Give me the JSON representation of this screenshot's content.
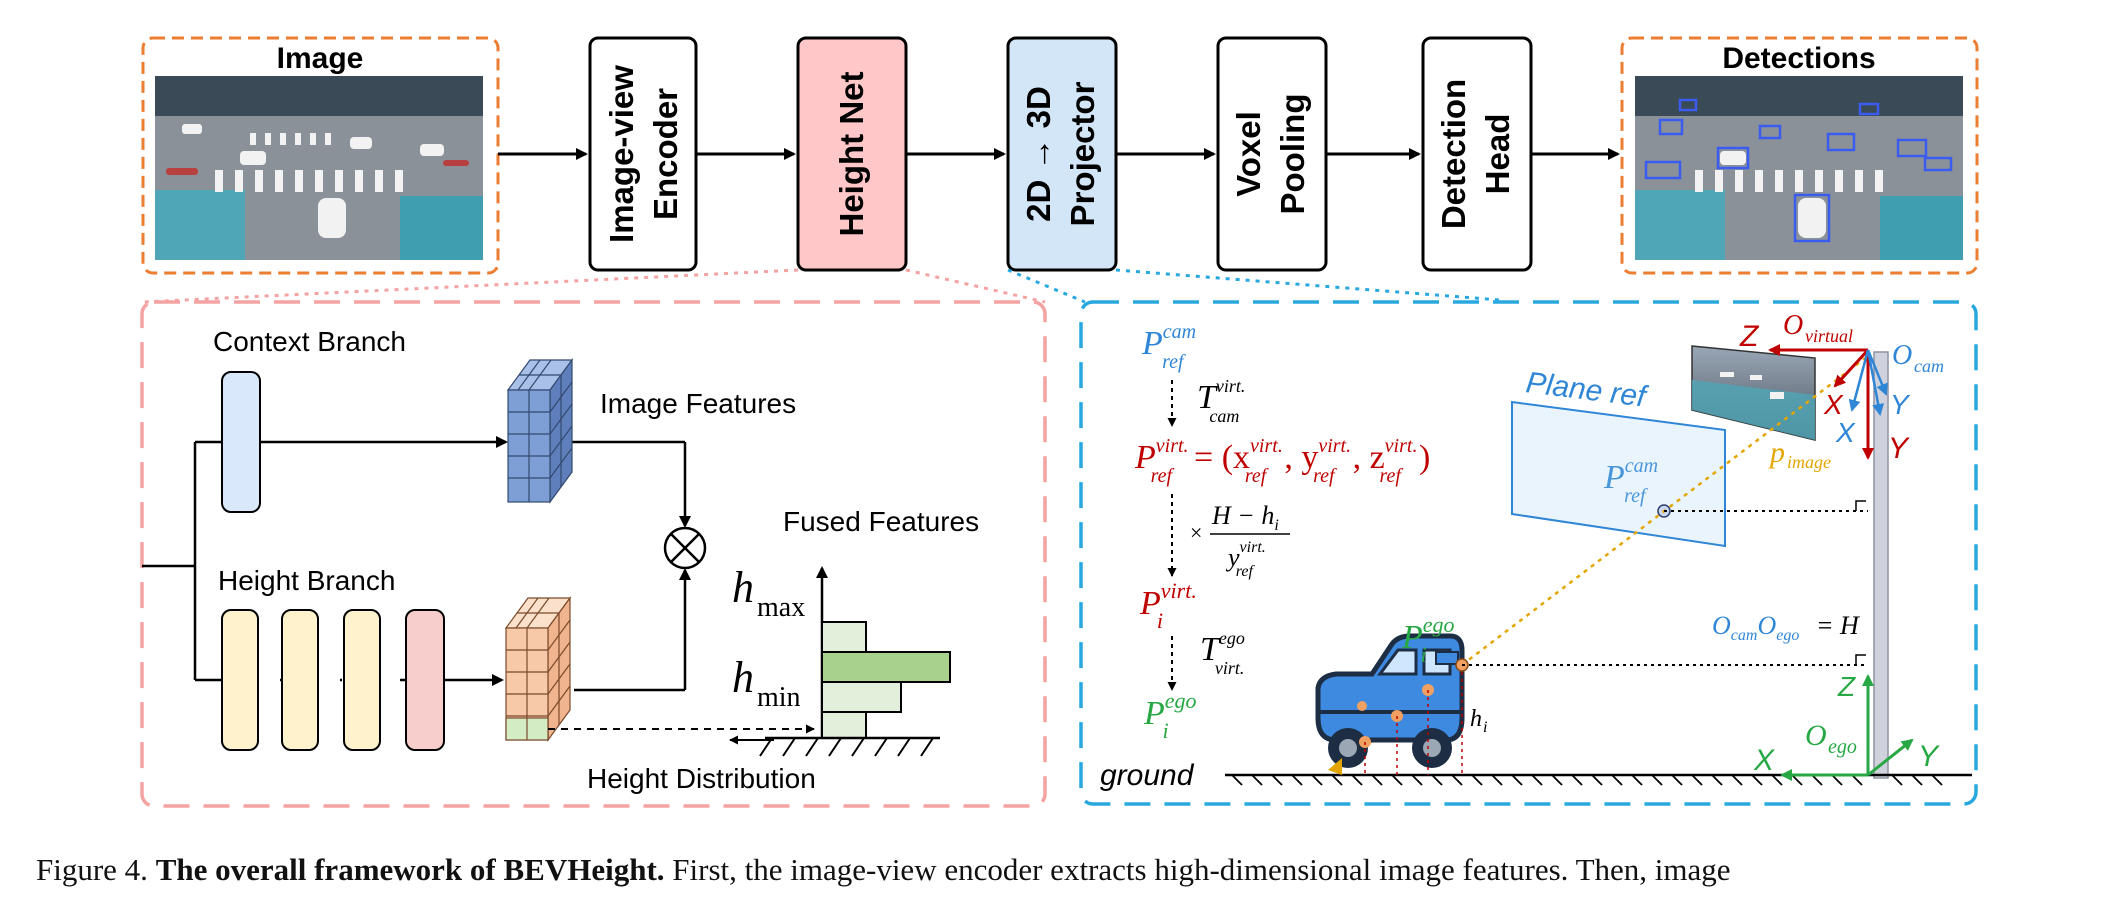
{
  "pipeline": {
    "image_label": "Image",
    "encoder_label": [
      "Image-view",
      "Encoder"
    ],
    "heightnet_label": "Height Net",
    "projector_label": [
      "2D → 3D",
      "Projector"
    ],
    "voxel_label": [
      "Voxel",
      "Pooling"
    ],
    "head_label": [
      "Detection",
      "Head"
    ],
    "detections_label": "Detections"
  },
  "heightnet_detail": {
    "context_branch": "Context Branch",
    "height_branch": "Height Branch",
    "image_features": "Image Features",
    "fused_features": "Fused Features",
    "h_max": "max",
    "h_min": "min",
    "height_distribution": "Height Distribution",
    "histogram_bins": [
      0.35,
      1.0,
      0.62,
      0.35
    ],
    "colors": {
      "context": "#dae8fc",
      "height": "#fff2cc",
      "height_last": "#f8cecc",
      "img_feat": "#7e9fd6",
      "height_feat": "#f7c9a9",
      "hist": "#a9d18e"
    }
  },
  "projector_detail": {
    "plane_ref": "Plane ref",
    "ground": "ground",
    "o_virtual": "virtual",
    "o_cam": "cam",
    "o_ego": "ego",
    "p_image": "image",
    "ocam_oego_eq": "= H",
    "h_i": "i",
    "axes": {
      "Z": "Z",
      "X": "X",
      "Y": "Y"
    },
    "colors": {
      "blue": "#2f86d6",
      "red": "#c00000",
      "green": "#27a844",
      "gold": "#e3a600"
    }
  },
  "caption": {
    "prefix": "Figure 4.",
    "bold": "The overall framework of BEVHeight.",
    "rest": "First, the image-view encoder extracts high-dimensional image features. Then, image"
  }
}
